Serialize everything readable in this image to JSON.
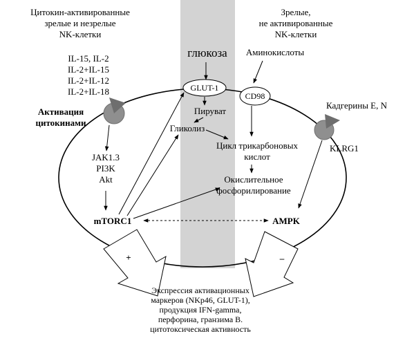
{
  "top_left_label": [
    "Цитокин-активированные",
    "зрелые и незрелые",
    "NK-клетки"
  ],
  "top_right_label": [
    "Зрелые,",
    "не активированные",
    "NK-клетки"
  ],
  "glucose": "глюкоза",
  "amino_acids": "Аминокислоты",
  "glut1": "GLUT-1",
  "cd98": "CD98",
  "cadherins": "Кадгерины E, N",
  "klrg1": "KLRG1",
  "cytokines": [
    "IL-15, IL-2",
    "IL-2+IL-15",
    "IL-2+IL-12",
    "IL-2+IL-18"
  ],
  "cytokine_activation": [
    "Активация",
    "цитокинами"
  ],
  "signaling": [
    "JAK1.3",
    "PI3K",
    "Akt"
  ],
  "pyruvate": "Пируват",
  "glycolysis": "Гликолиз",
  "tca": [
    "Цикл трикарбоновых",
    "кислот"
  ],
  "oxphos": [
    "Окислительное",
    "фосфорилирование"
  ],
  "mtorc1": "mTORC1",
  "ampk": "AMPK",
  "plus_sign": "+",
  "minus_sign": "–",
  "outcome": [
    "Экспрессия активационных",
    "маркеров (NKp46, GLUT-1),",
    "продукция IFN-gamma,",
    "перфорина, гранзима B.",
    "цитотоксическая активность"
  ],
  "colors": {
    "membrane_band": "#d3d3d3",
    "receptor": "#8f8f8f",
    "ligand": "#6e6e6e",
    "line": "#000000"
  }
}
